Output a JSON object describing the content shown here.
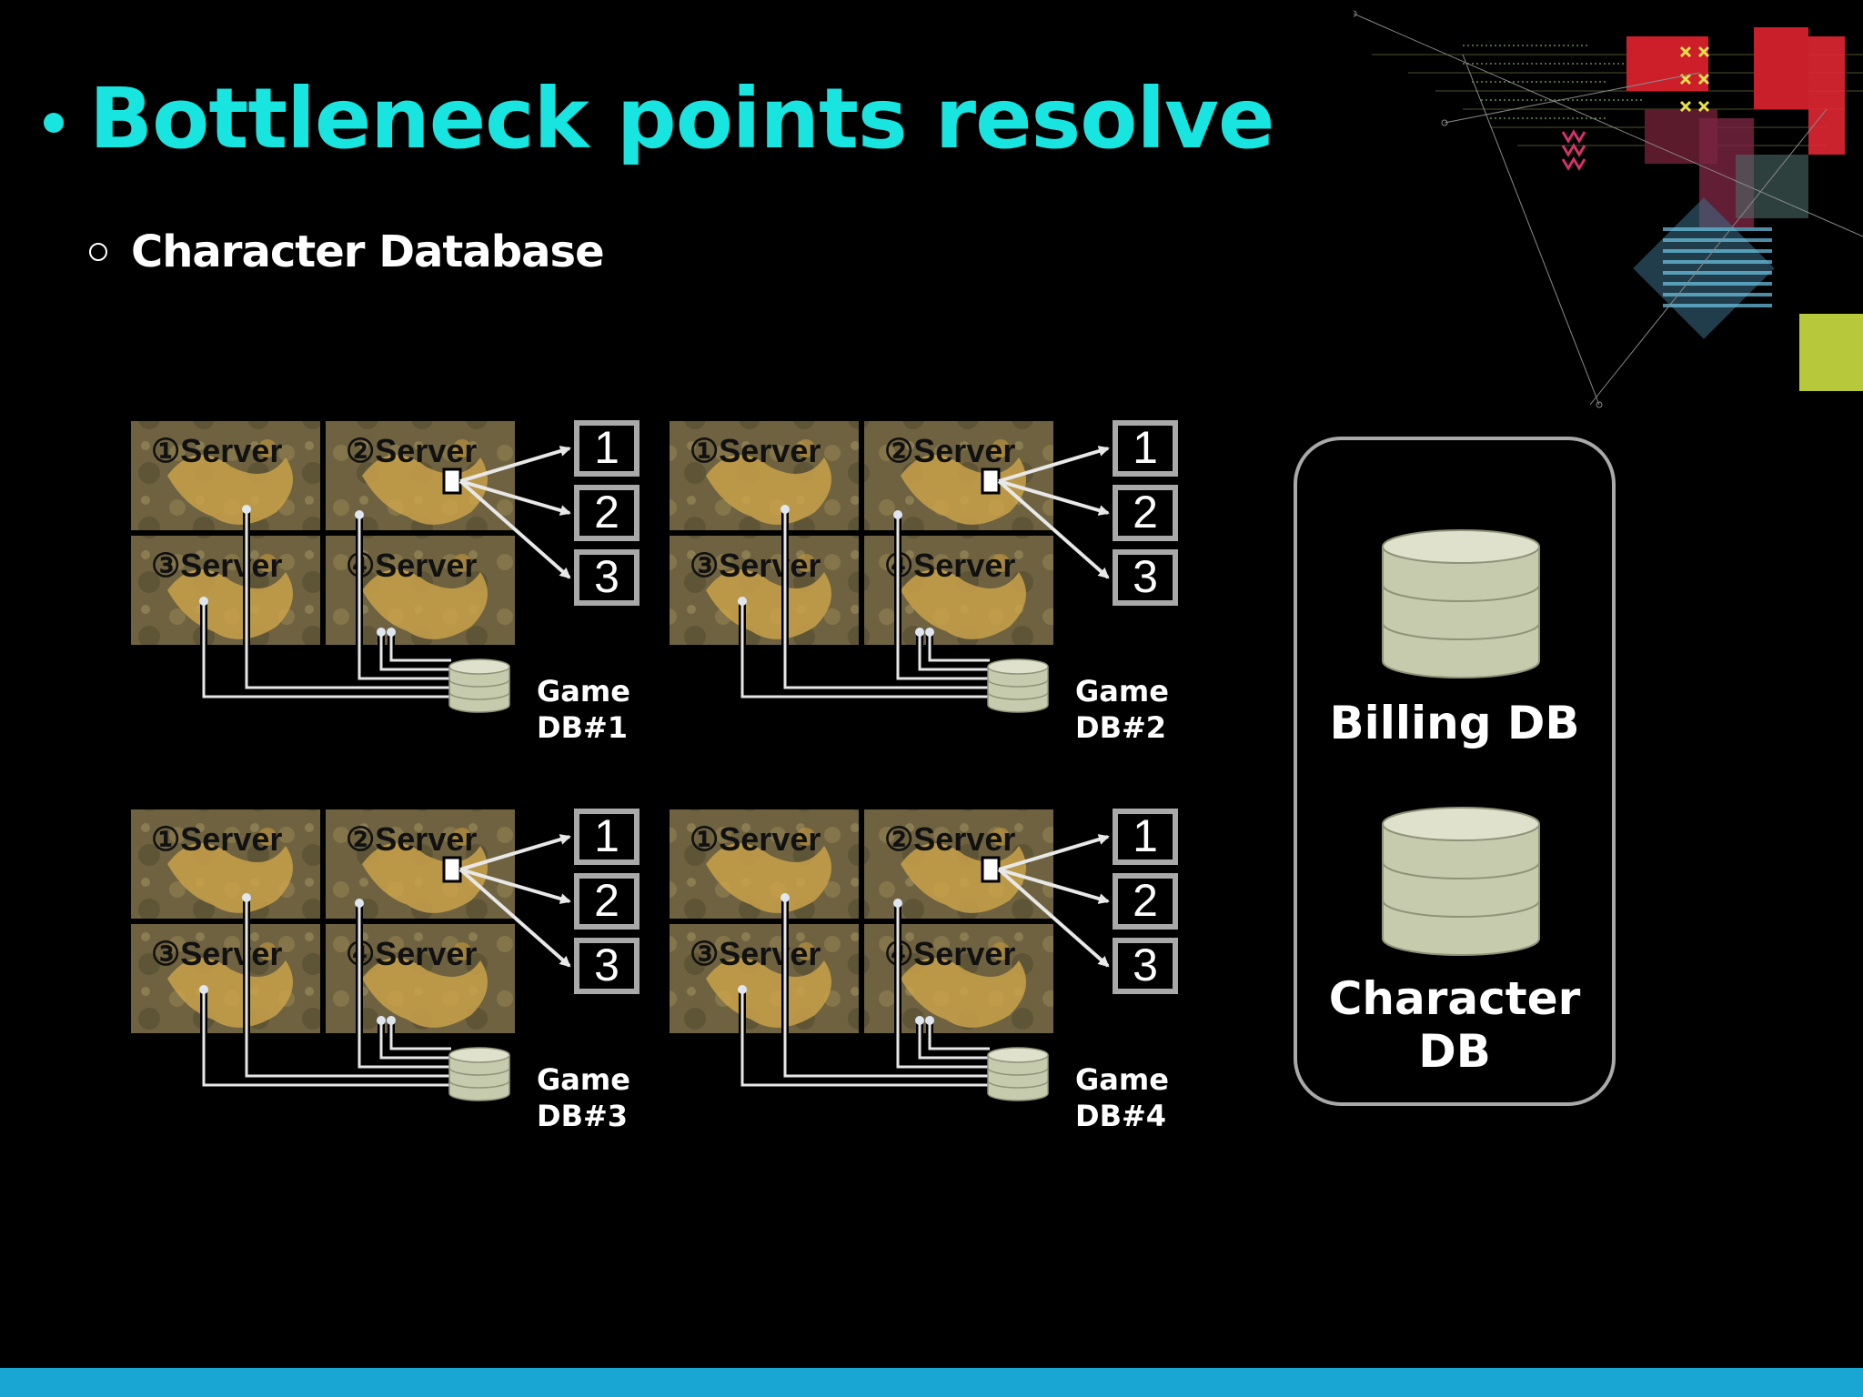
{
  "slide": {
    "title": "Bottleneck points resolve",
    "subtitle": "Character Database"
  },
  "clusters": [
    {
      "servers": [
        "①Server",
        "②Server",
        "③Server",
        "④Server"
      ],
      "channels": [
        "1",
        "2",
        "3"
      ],
      "db_label": [
        "Game",
        "DB#1"
      ]
    },
    {
      "servers": [
        "①Server",
        "②Server",
        "③Server",
        "④Server"
      ],
      "channels": [
        "1",
        "2",
        "3"
      ],
      "db_label": [
        "Game",
        "DB#2"
      ]
    },
    {
      "servers": [
        "①Server",
        "②Server",
        "③Server",
        "④Server"
      ],
      "channels": [
        "1",
        "2",
        "3"
      ],
      "db_label": [
        "Game",
        "DB#3"
      ]
    },
    {
      "servers": [
        "①Server",
        "②Server",
        "③Server",
        "④Server"
      ],
      "channels": [
        "1",
        "2",
        "3"
      ],
      "db_label": [
        "Game",
        "DB#4"
      ]
    }
  ],
  "central_dbs": {
    "billing": "Billing DB",
    "character": "Character DB"
  },
  "colors": {
    "title": "#18e4e0",
    "bottom_bar": "#1aa6d3",
    "db_fill": "#c7cbae",
    "map_base": "#6e6240",
    "map_land": "#c9a24a"
  }
}
